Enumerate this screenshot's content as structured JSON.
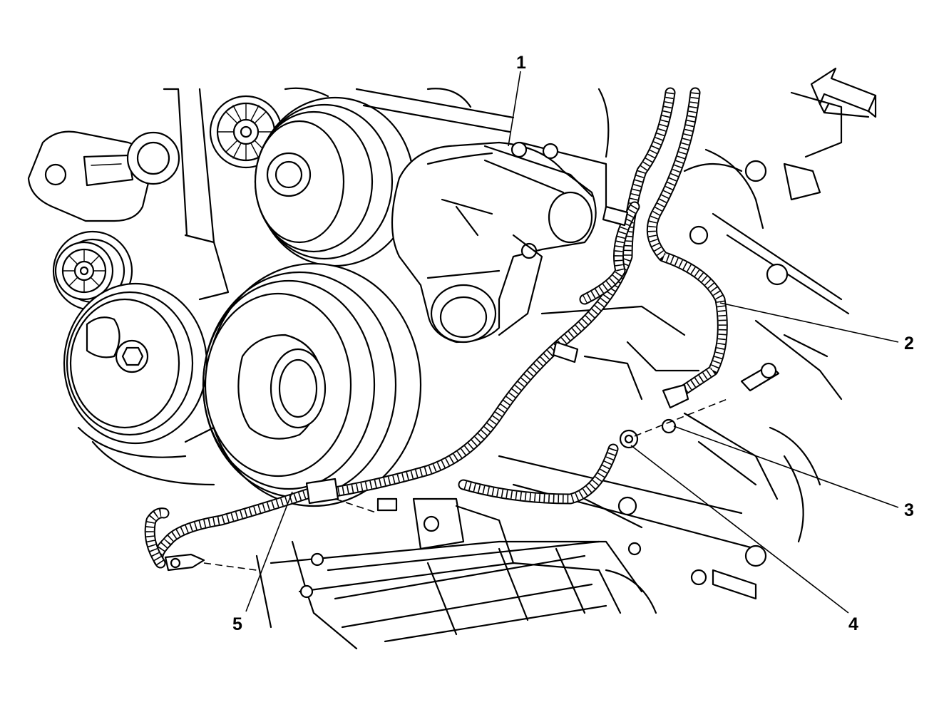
{
  "callouts": [
    {
      "id": "1",
      "label": "1"
    },
    {
      "id": "2",
      "label": "2"
    },
    {
      "id": "3",
      "label": "3"
    },
    {
      "id": "4",
      "label": "4"
    },
    {
      "id": "5",
      "label": "5"
    }
  ],
  "icons": {
    "arrow": "direction-arrow-icon"
  },
  "colors": {
    "line": "#000000",
    "background": "#ffffff"
  }
}
